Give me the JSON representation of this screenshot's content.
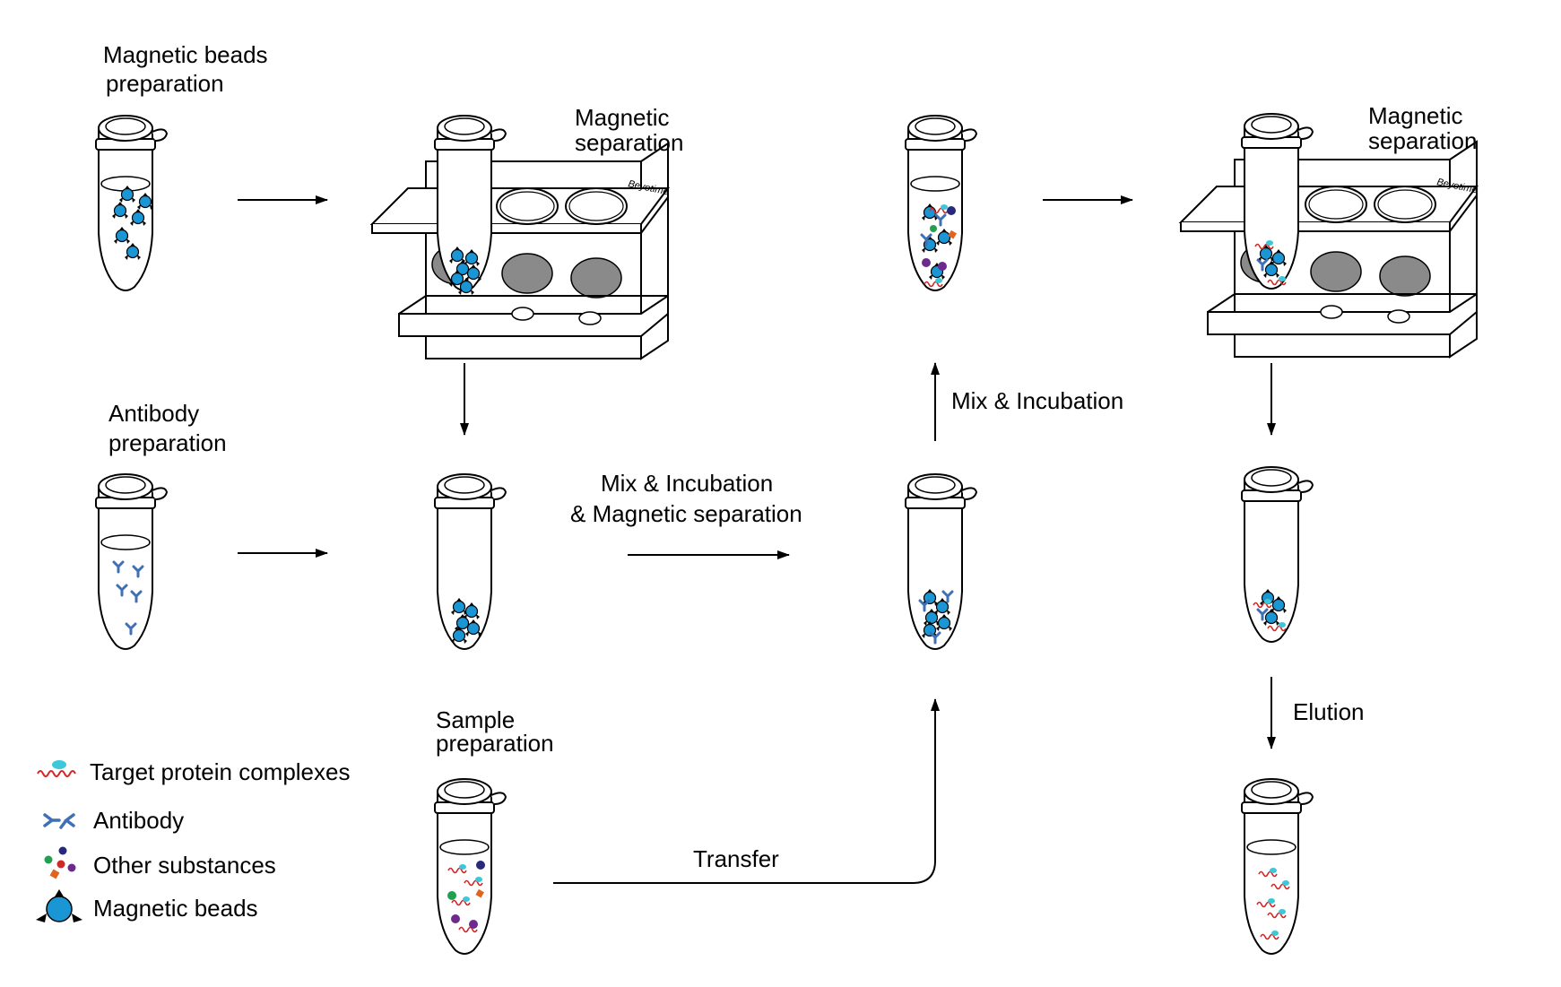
{
  "labels": {
    "beads_prep_1": "Magnetic beads",
    "beads_prep_2": "preparation",
    "antibody_prep_1": "Antibody",
    "antibody_prep_2": "preparation",
    "sample_prep_1": "Sample",
    "sample_prep_2": "preparation",
    "mag_sep_1": "Magnetic",
    "mag_sep_2": "separation",
    "mix_incubation": "Mix & Incubation",
    "mix_incubation_sep": "& Magnetic separation",
    "transfer": "Transfer",
    "elution": "Elution",
    "rack_brand": "Beyotime"
  },
  "legend": {
    "target": "Target protein complexes",
    "antibody": "Antibody",
    "other": "Other substances",
    "beads": "Magnetic beads"
  },
  "colors": {
    "bead": "#1a96d4",
    "antibody": "#3f6fb5",
    "protein": "#d22828",
    "complex": "#3cc8d8",
    "navy": "#272a7a",
    "purple": "#6c2a8c",
    "green": "#20a050",
    "orange": "#e0641e",
    "gray_well": "#8a8a8a"
  }
}
